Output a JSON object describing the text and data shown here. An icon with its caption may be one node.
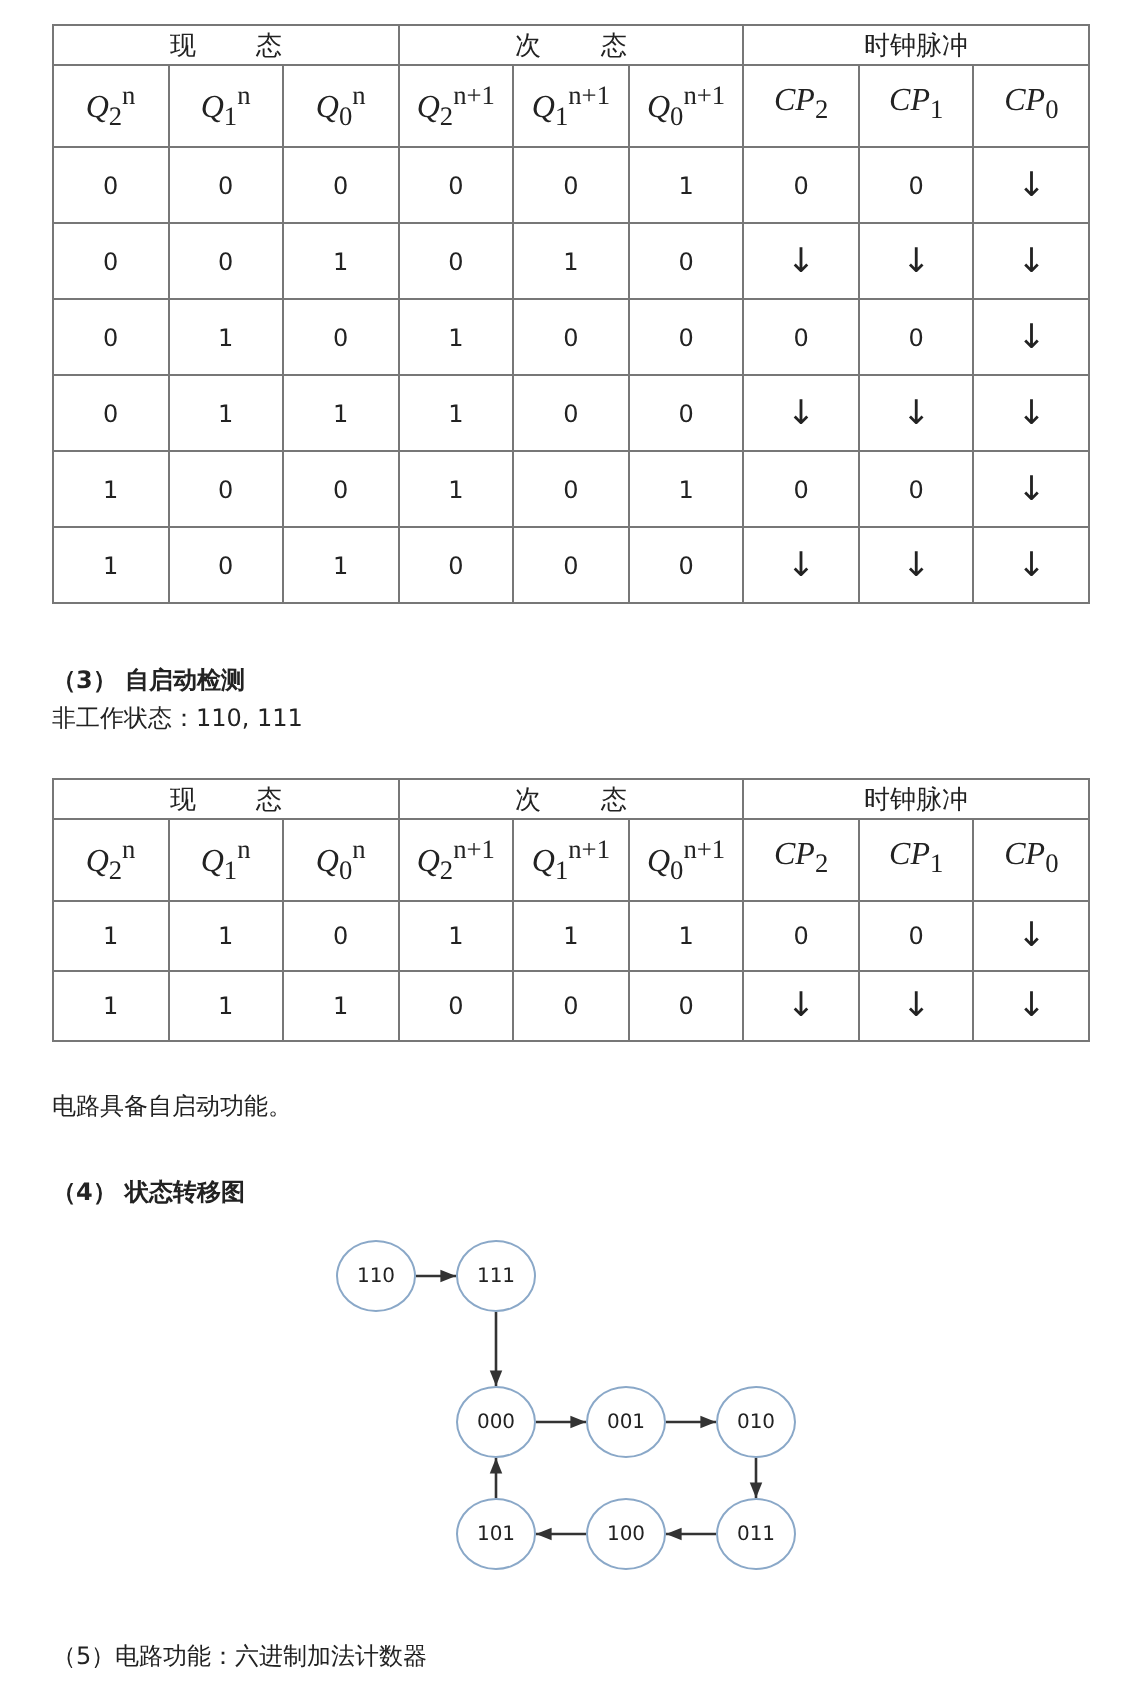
{
  "diagram": {
    "nodes": [
      {
        "text": [
          "110"
        ]
      },
      {
        "text": [
          "111"
        ]
      },
      {
        "text": [
          "000"
        ]
      },
      {
        "text": [
          "001"
        ]
      },
      {
        "text": [
          "010"
        ]
      },
      {
        "text": [
          "101"
        ]
      },
      {
        "text": [
          "100"
        ]
      },
      {
        "text": [
          "011"
        ]
      }
    ],
    "edges": [
      {
        "from": 0,
        "to": 1,
        "arrow": "to"
      },
      {
        "from": 1,
        "to": 2,
        "arrow": "to"
      },
      {
        "from": 2,
        "to": 3,
        "arrow": "to"
      },
      {
        "from": 3,
        "to": 4,
        "arrow": "to"
      },
      {
        "from": 4,
        "to": 7,
        "arrow": "to"
      },
      {
        "from": 7,
        "to": 6,
        "arrow": "to"
      },
      {
        "from": 6,
        "to": 5,
        "arrow": "to"
      },
      {
        "from": 5,
        "to": 2,
        "arrow": "to"
      }
    ],
    "labels": [
      "现 态",
      "次 态",
      "时钟脉冲",
      "*Q*$_{2}$$^{n}$",
      "*Q*$_{1}$$^{n}$",
      "*Q*$_{0}$$^{n}$",
      "*Q*$_{2}$$^{n+1}$",
      "*Q*$_{1}$$^{n+1}$",
      "*Q*$_{0}$$^{n+1}$",
      "*CP*$_{2}$",
      "*CP*$_{1}$",
      "*CP*$_{0}$",
      "0",
      "0",
      "0",
      "0",
      "0",
      "1",
      "0",
      "0",
      "↓",
      "0",
      "0",
      "1",
      "0",
      "1",
      "0",
      "↓",
      "↓",
      "↓",
      "0",
      "1",
      "0",
      "1",
      "0",
      "0",
      "0",
      "0",
      "↓",
      "0",
      "1",
      "1",
      "1",
      "0",
      "0",
      "↓",
      "↓",
      "↓",
      "1",
      "0",
      "0",
      "1",
      "0",
      "1",
      "0",
      "0",
      "↓",
      "1",
      "0",
      "1",
      "0",
      "0",
      "0",
      "↓",
      "↓",
      "↓",
      "（3） 自启动检测",
      "非工作状态：110, 111",
      "现 态",
      "次 态",
      "时钟脉冲",
      "*Q*$_{2}$$^{n}$",
      "*Q*$_{1}$$^{n}$",
      "*Q*$_{0}$$^{n}$",
      "*Q*$_{2}$$^{n+1}$",
      "*Q*$_{1}$$^{n+1}$",
      "*Q*$_{0}$$^{n+1}$",
      "*CP*$_{2}$",
      "*CP*$_{1}$",
      "*CP*$_{0}$",
      "1",
      "1",
      "0",
      "1",
      "1",
      "1",
      "0",
      "0",
      "↓",
      "1",
      "1",
      "1",
      "0",
      "0",
      "0",
      "↓",
      "↓",
      "↓",
      "电路具备自启动功能。",
      "（4） 状态转移图",
      "（5）电路功能：六进制加法计数器"
    ]
  }
}
